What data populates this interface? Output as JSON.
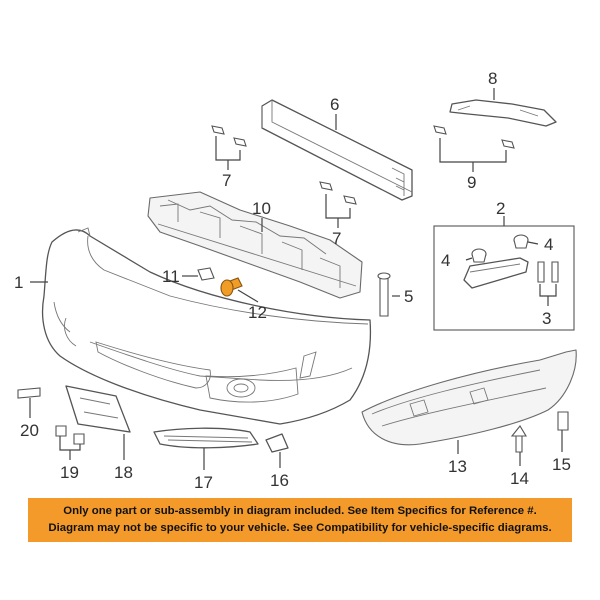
{
  "callouts": {
    "c1": "1",
    "c2": "2",
    "c3": "3",
    "c4a": "4",
    "c4b": "4",
    "c5": "5",
    "c6": "6",
    "c7a": "7",
    "c7b": "7",
    "c8": "8",
    "c9": "9",
    "c10": "10",
    "c11": "11",
    "c12": "12",
    "c13": "13",
    "c14": "14",
    "c15": "15",
    "c16": "16",
    "c17": "17",
    "c18": "18",
    "c19": "19",
    "c20": "20"
  },
  "highlight_color": "#f09d28",
  "banner_color": "#f39a2a",
  "disclaimer": {
    "line1": "Only one part or sub-assembly in diagram included. See Item Specifics for Reference #.",
    "line2": "Diagram may not be specific to your vehicle. See Compatibility for vehicle-specific diagrams."
  }
}
